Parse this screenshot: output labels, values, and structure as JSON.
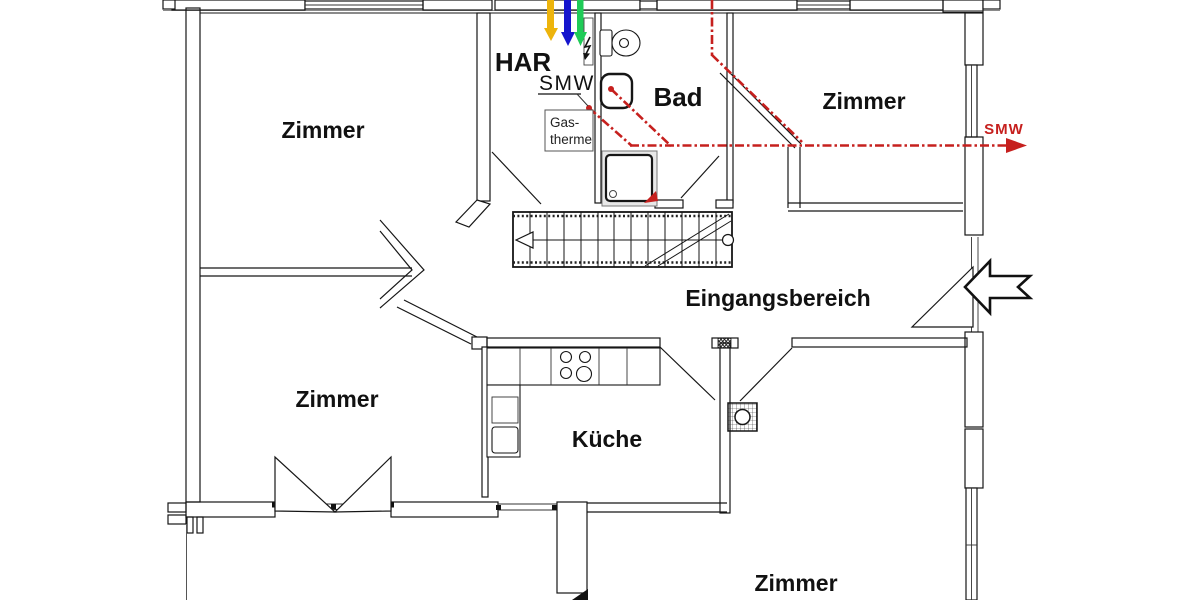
{
  "rooms": {
    "zimmer_top_left": {
      "label": "Zimmer"
    },
    "zimmer_top_right": {
      "label": "Zimmer"
    },
    "zimmer_bottom_left": {
      "label": "Zimmer"
    },
    "zimmer_bottom_right": {
      "label": "Zimmer"
    },
    "har": {
      "label": "HAR"
    },
    "bad": {
      "label": "Bad"
    },
    "kueche": {
      "label": "Küche"
    },
    "eingangsbereich": {
      "label": "Eingangsbereich"
    }
  },
  "annotations": {
    "smw_callout": {
      "label": "SMW"
    },
    "smw_pipe_exit": {
      "label": "SMW"
    },
    "gas_boiler": {
      "line1": "Gas-",
      "line2": "therme"
    }
  },
  "colors": {
    "pipe_red": "#c6201e",
    "gas_arrow_yellow": "#edb40c",
    "water_arrow_blue": "#1515cd",
    "supply_arrow_green": "#1fcb57",
    "ink": "#161616"
  }
}
